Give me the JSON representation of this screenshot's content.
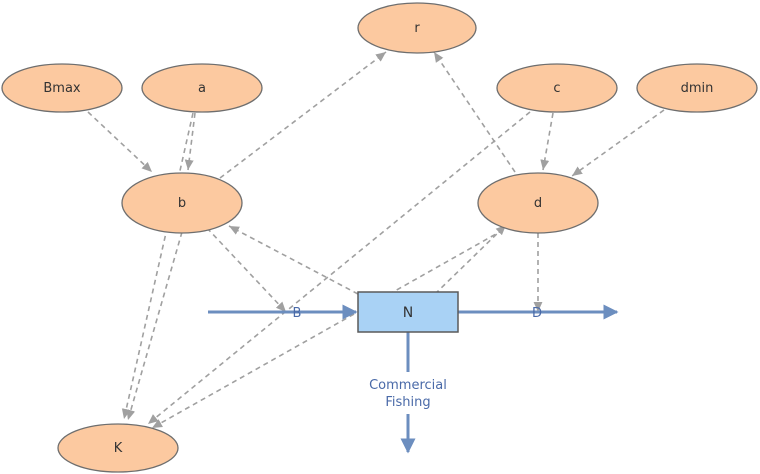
{
  "colors": {
    "aux_fill": "#fcc9a0",
    "aux_stroke": "#6e6e6e",
    "stock_fill": "#a9d2f5",
    "stock_stroke": "#5a5a5a",
    "flow": "#6c8ebf",
    "link": "#a0a0a0"
  },
  "nodes": {
    "r": "r",
    "bmax": "Bmax",
    "a": "a",
    "c": "c",
    "dmin": "dmin",
    "b": "b",
    "d": "d",
    "k": "K"
  },
  "stock": {
    "label": "N"
  },
  "flows": {
    "birth": "B",
    "death": "D",
    "fishing_line1": "Commercial",
    "fishing_line2": "Fishing"
  }
}
